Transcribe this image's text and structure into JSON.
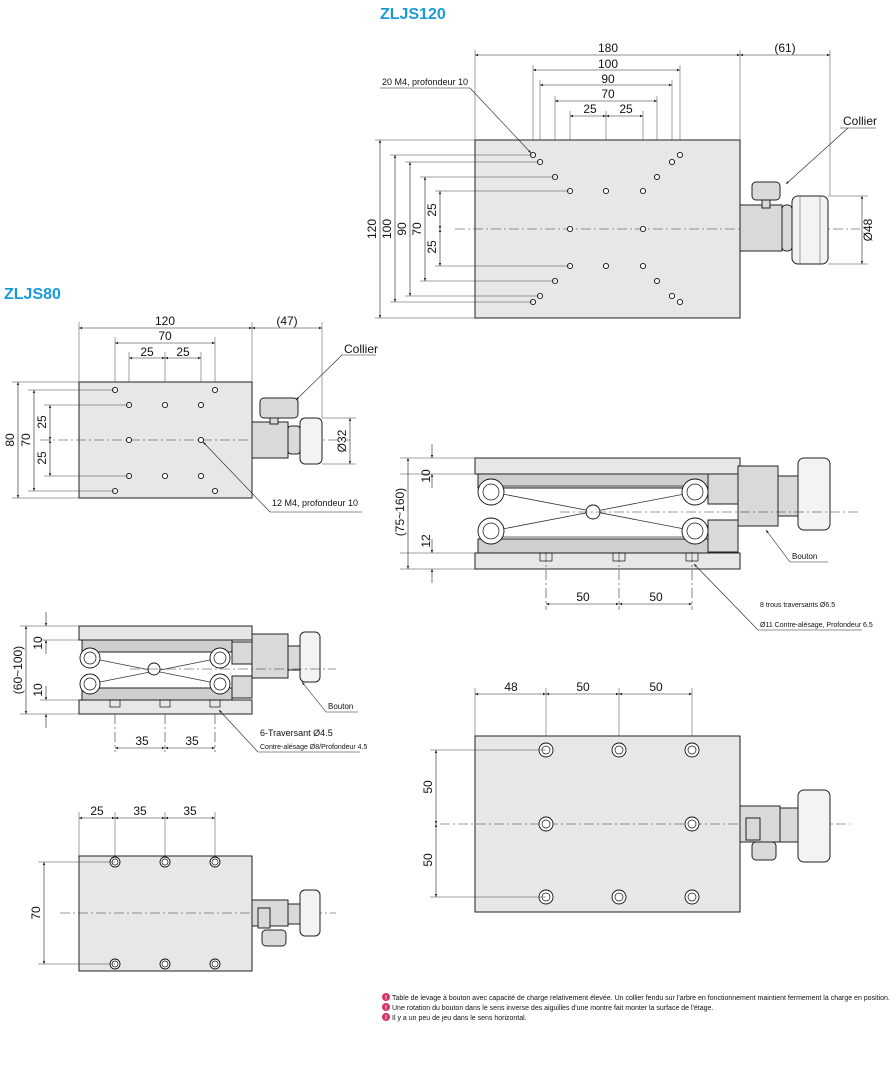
{
  "titles": {
    "zljs120": "ZLJS120",
    "zljs80": "ZLJS80"
  },
  "zljs120": {
    "top_dims": {
      "d180": "180",
      "d61": "(61)",
      "d100": "100",
      "d90": "90",
      "d70": "70",
      "d25a": "25",
      "d25b": "25"
    },
    "side_dims": {
      "d120": "120",
      "d100": "100",
      "d90": "90",
      "d70": "70",
      "d25a": "25",
      "d25b": "25"
    },
    "dia48": "Ø48",
    "holes_note": "20 M4, profondeur 10",
    "collar": "Collier",
    "front": {
      "d10": "10",
      "d12": "12",
      "range": "(75~160)",
      "knob": "Bouton",
      "d50a": "50",
      "d50b": "50",
      "through": "8 trous traversants Ø6.5",
      "counterbore": "Ø11 Contre-alésage, Profondeur 6.5"
    },
    "bottom": {
      "d48": "48",
      "d50a": "50",
      "d50b": "50",
      "v50a": "50",
      "v50b": "50"
    }
  },
  "zljs80": {
    "top_dims": {
      "d120": "120",
      "d47": "(47)",
      "d70": "70",
      "d25a": "25",
      "d25b": "25"
    },
    "side_dims": {
      "d80": "80",
      "d70": "70",
      "d25a": "25",
      "d25b": "25"
    },
    "dia32": "Ø32",
    "holes_note": "12 M4, profondeur 10",
    "collar": "Collier",
    "front": {
      "d10a": "10",
      "d10b": "10",
      "range": "(60~100)",
      "knob": "Bouton",
      "d35a": "35",
      "d35b": "35",
      "through": "6-Traversant Ø4.5",
      "counterbore": "Contre-alésage Ø8/Profondeur 4.5"
    },
    "bottom": {
      "d25": "25",
      "d35a": "35",
      "d35b": "35",
      "v70": "70"
    }
  },
  "notes": [
    "Table de levage à bouton avec capacité de charge relativement élevée. Un collier fendu sur l'arbre en fonctionnement maintient fermement la charge en position.",
    "Une rotation du bouton dans le sens inverse des aiguilles d'une montre fait monter la surface de l'étage.",
    "Il y a un peu de jeu dans le sens horizontal."
  ],
  "colors": {
    "title": "#1a9ad6",
    "note_icon": "#d6336c"
  }
}
